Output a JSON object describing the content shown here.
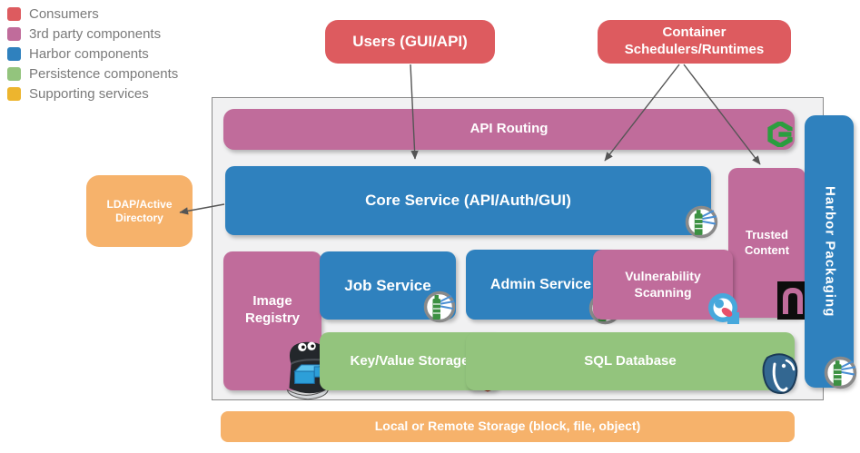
{
  "colors": {
    "red": "#DD5B5F",
    "pink": "#C06C9B",
    "blue": "#2F81BE",
    "green": "#93C47D",
    "orange": "#F6B26B",
    "yellow": "#EDB52E",
    "canvas_bg": "#F1F1F2",
    "canvas_border": "#8A8A8A",
    "arrow": "#555555",
    "legend_text": "#7A7A7A"
  },
  "legend": {
    "items": [
      {
        "label": "Consumers",
        "color": "#DD5B5F"
      },
      {
        "label": "3rd party components",
        "color": "#C06C9B"
      },
      {
        "label": "Harbor components",
        "color": "#2F81BE"
      },
      {
        "label": "Persistence components",
        "color": "#93C47D"
      },
      {
        "label": "Supporting services",
        "color": "#EDB52E"
      }
    ]
  },
  "external": {
    "users_label": "Users (GUI/API)",
    "schedulers_label": "Container Schedulers/Runtimes",
    "ldap_label": "LDAP/Active Directory",
    "storage_label": "Local or Remote Storage (block, file, object)"
  },
  "platform": {
    "api_routing_label": "API Routing",
    "core_service_label": "Core Service (API/Auth/GUI)",
    "trusted_content_label": "Trusted Content",
    "harbor_packaging_label": "Harbor Packaging",
    "image_registry_label": "Image Registry",
    "job_service_label": "Job Service",
    "admin_service_label": "Admin Service",
    "vulnerability_scanning_label": "Vulnerability Scanning",
    "key_value_storage_label": "Key/Value Storage",
    "sql_database_label": "SQL Database"
  },
  "icons": {
    "harbor_logo": "lighthouse-badge",
    "api_router_icon": "green-hexagon-g",
    "notary_icon": "black-n-square",
    "registry_icon": "docker-distribution-oyster",
    "redis_icon": "redis-stack",
    "clair_icon": "clair-drop",
    "postgres_icon": "postgresql-elephant"
  }
}
